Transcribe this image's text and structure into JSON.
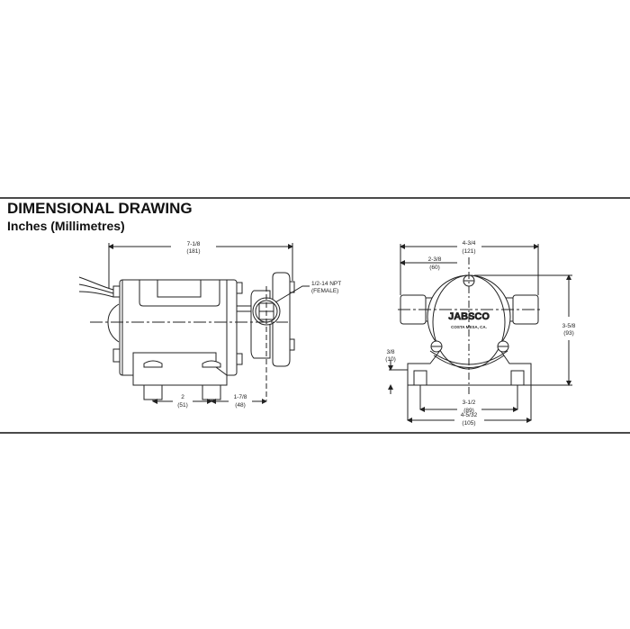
{
  "header": {
    "title": "DIMENSIONAL DRAWING",
    "subtitle": "Inches (Millimetres)"
  },
  "side_view": {
    "overall_length": {
      "in": "7-1/8",
      "mm": "(181)"
    },
    "port_label": {
      "line1": "1/2-14 NPT",
      "line2": "(FEMALE)"
    },
    "foot_spacing": {
      "in": "2",
      "mm": "(51)"
    },
    "foot_to_port": {
      "in": "1-7/8",
      "mm": "(48)"
    }
  },
  "front_view": {
    "overall_width": {
      "in": "4-3/4",
      "mm": "(121)"
    },
    "center_offset": {
      "in": "2-3/8",
      "mm": "(60)"
    },
    "height": {
      "in": "3-5/8",
      "mm": "(93)"
    },
    "base_thickness": {
      "in": "3/8",
      "mm": "(10)"
    },
    "mount_hole_spacing": {
      "in": "3-1/2",
      "mm": "(89)"
    },
    "base_width": {
      "in": "4-5/32",
      "mm": "(105)"
    },
    "brand": "JABSCO",
    "brand_location": "COSTA MESA, CA."
  }
}
